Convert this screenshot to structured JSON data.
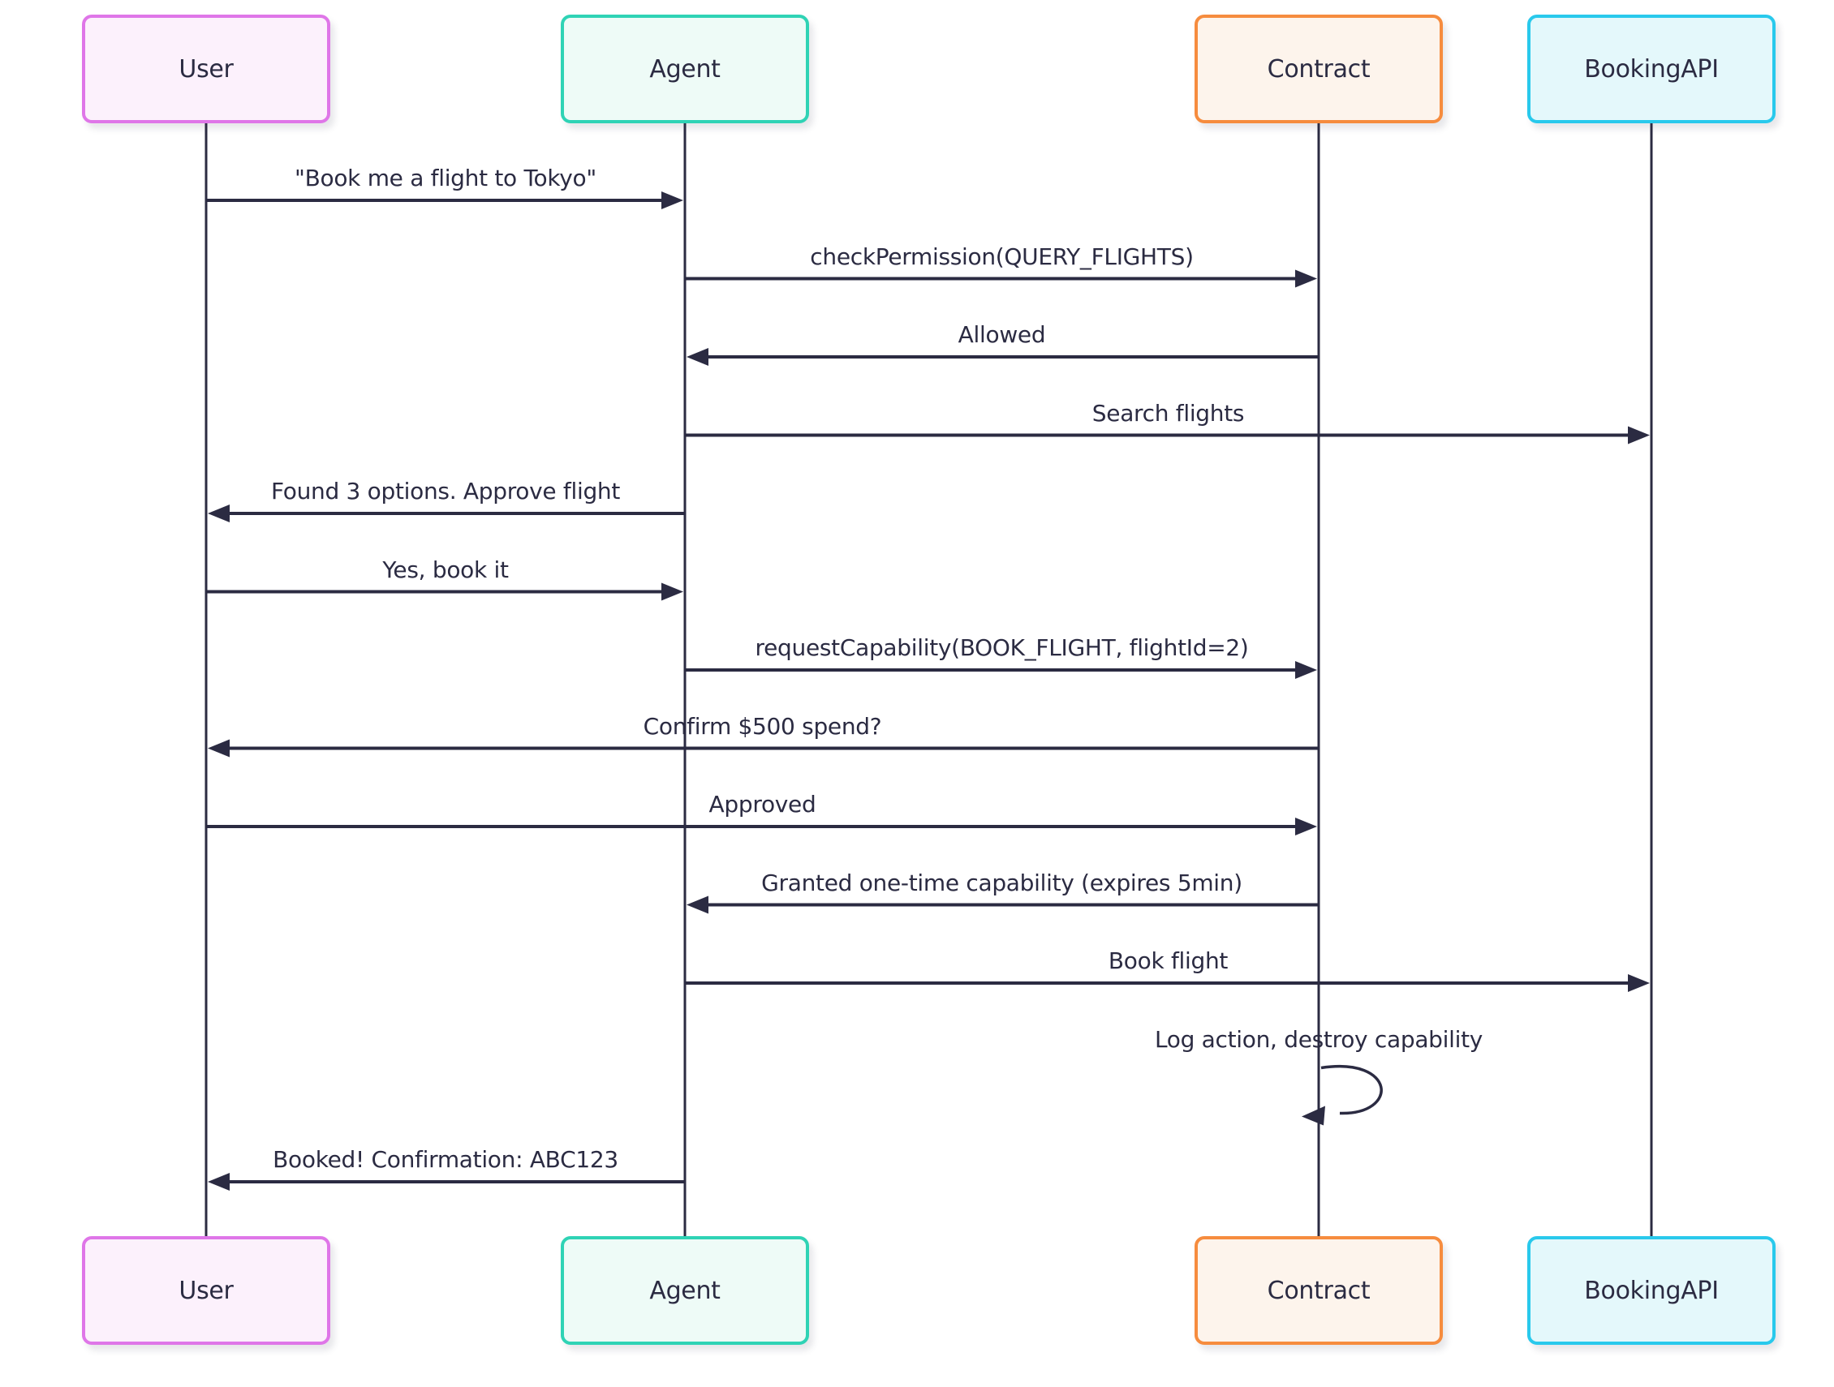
{
  "diagram": {
    "type": "sequence",
    "background_color": "#ffffff",
    "line_color": "#2b2b42",
    "text_color": "#2b2b42",
    "actors": [
      {
        "id": "User",
        "label": "User",
        "border_color": "#df76e8",
        "fill_color": "#fcf1fc"
      },
      {
        "id": "Agent",
        "label": "Agent",
        "border_color": "#2fd3b5",
        "fill_color": "#eefbf7"
      },
      {
        "id": "Contract",
        "label": "Contract",
        "border_color": "#f68c3e",
        "fill_color": "#fdf4ec"
      },
      {
        "id": "BookingAPI",
        "label": "BookingAPI",
        "border_color": "#29c9ec",
        "fill_color": "#e4f8fb"
      }
    ],
    "messages": [
      {
        "from": "User",
        "to": "Agent",
        "label": "\"Book me a flight to Tokyo\"",
        "style": "solid"
      },
      {
        "from": "Agent",
        "to": "Contract",
        "label": "checkPermission(QUERY_FLIGHTS)",
        "style": "solid"
      },
      {
        "from": "Contract",
        "to": "Agent",
        "label": "Allowed",
        "style": "solid"
      },
      {
        "from": "Agent",
        "to": "BookingAPI",
        "label": "Search flights",
        "style": "solid"
      },
      {
        "from": "Agent",
        "to": "User",
        "label": "Found 3 options. Approve flight",
        "style": "solid"
      },
      {
        "from": "User",
        "to": "Agent",
        "label": "Yes, book it",
        "style": "solid"
      },
      {
        "from": "Agent",
        "to": "Contract",
        "label": "requestCapability(BOOK_FLIGHT, flightId=2)",
        "style": "solid"
      },
      {
        "from": "Contract",
        "to": "User",
        "label": "Confirm $500 spend?",
        "style": "solid"
      },
      {
        "from": "User",
        "to": "Contract",
        "label": "Approved",
        "style": "solid"
      },
      {
        "from": "Contract",
        "to": "Agent",
        "label": "Granted one-time capability (expires 5min)",
        "style": "solid"
      },
      {
        "from": "Agent",
        "to": "BookingAPI",
        "label": "Book flight",
        "style": "solid"
      },
      {
        "from": "Contract",
        "to": "Contract",
        "label": "Log action, destroy capability",
        "self": true,
        "style": "solid"
      },
      {
        "from": "Agent",
        "to": "User",
        "label": "Booked! Confirmation: ABC123",
        "style": "solid"
      }
    ]
  }
}
